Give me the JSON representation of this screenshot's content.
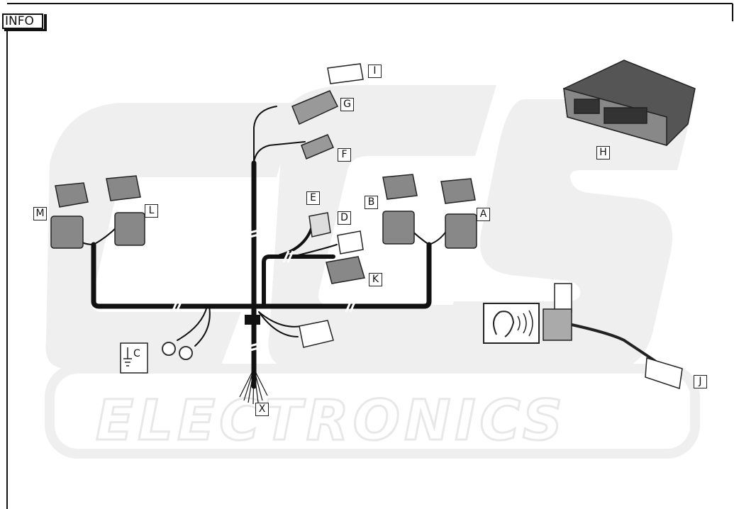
{
  "header": {
    "info_label": "INFO"
  },
  "watermark": {
    "brand": "ECS",
    "subtitle": "ELECTRONICS"
  },
  "ground_symbol": {
    "letter": "C"
  },
  "components": [
    {
      "key": "A",
      "label": "A"
    },
    {
      "key": "B",
      "label": "B"
    },
    {
      "key": "D",
      "label": "D"
    },
    {
      "key": "E",
      "label": "E"
    },
    {
      "key": "F",
      "label": "F"
    },
    {
      "key": "G",
      "label": "G"
    },
    {
      "key": "H",
      "label": "H"
    },
    {
      "key": "I",
      "label": "I"
    },
    {
      "key": "J",
      "label": "J"
    },
    {
      "key": "K",
      "label": "K"
    },
    {
      "key": "L",
      "label": "L"
    },
    {
      "key": "M",
      "label": "M"
    },
    {
      "key": "X",
      "label": "X"
    }
  ],
  "colors": {
    "wire": "#111111",
    "watermark": "#eeeeee",
    "label_border": "#222222"
  }
}
